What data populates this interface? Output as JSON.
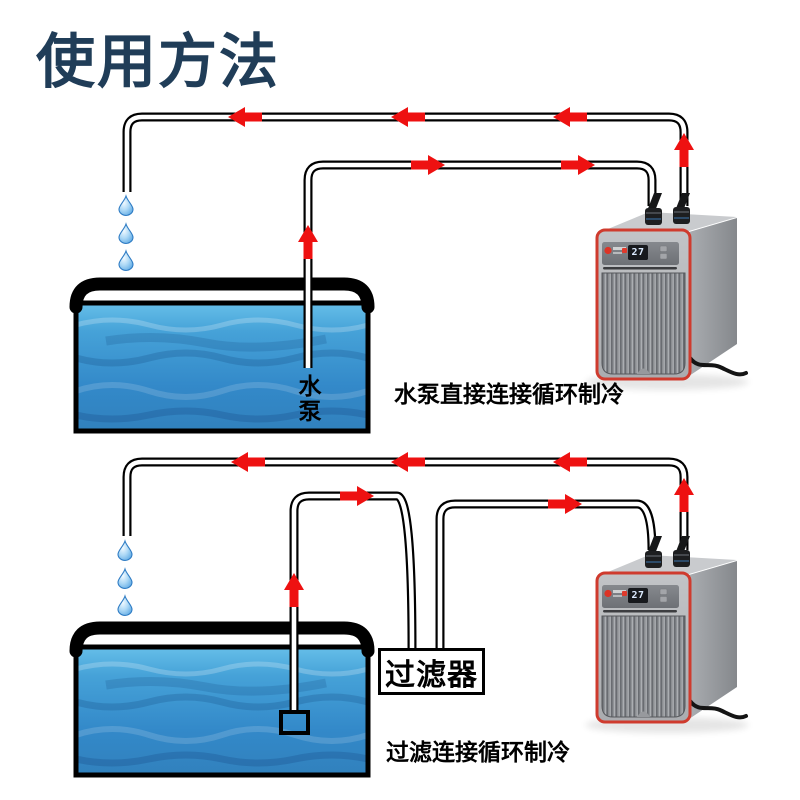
{
  "title": "使用方法",
  "colors": {
    "title_text": "#203d58",
    "flow_arrow_red": "#ee1111",
    "pipe_outline": "#000000",
    "water_blue_top": "#66bfe9",
    "water_blue_bottom": "#3181bd",
    "chiller_trim_red": "#cf3b2e",
    "caption_text": "#000000"
  },
  "icons": {
    "water-drop-icon": "blue glossy teardrop (svg shape)",
    "flow-arrow-icon": "red directional flow arrow (svg shape)",
    "brand-logo-icon": "red dot logo on chiller control panel"
  },
  "diagram_top": {
    "caption": "水泵直接连接循环制冷",
    "pump_label": "水泵",
    "chiller": {
      "display_value": "27"
    }
  },
  "diagram_bottom": {
    "caption": "过滤连接循环制冷",
    "filter_label": "过滤器",
    "chiller": {
      "display_value": "27"
    }
  }
}
